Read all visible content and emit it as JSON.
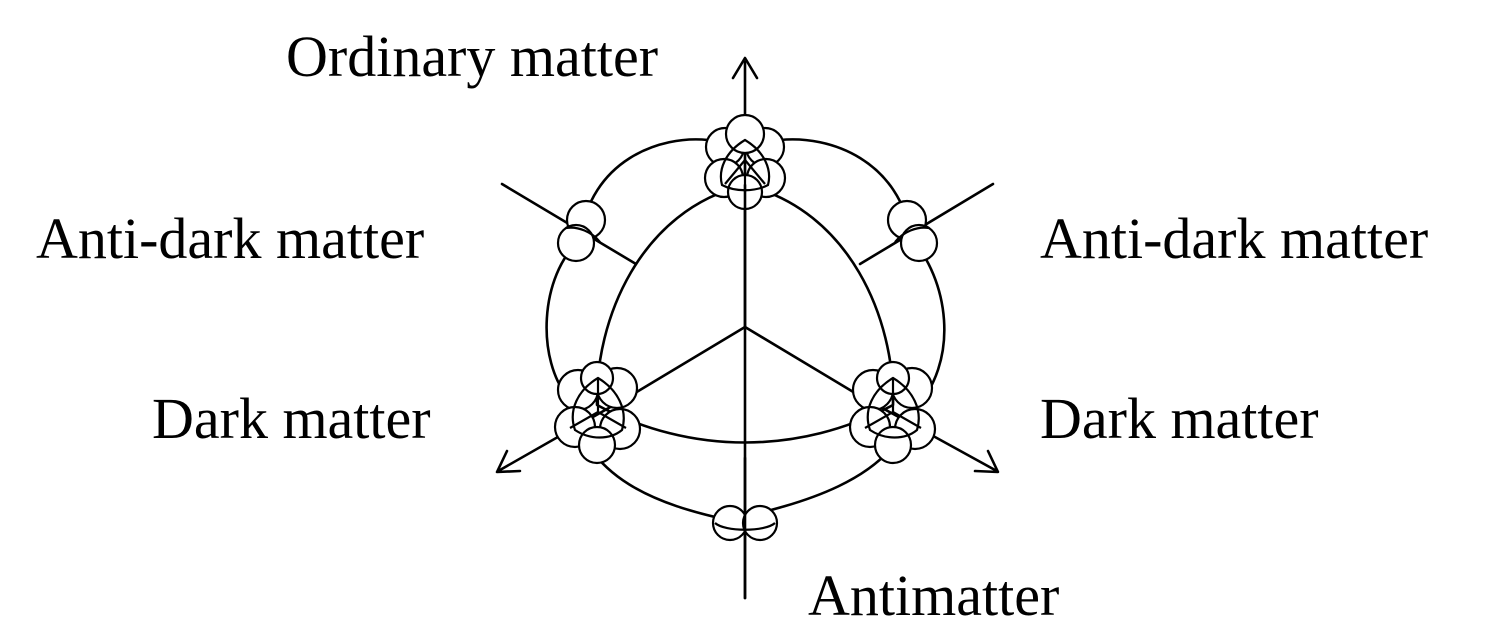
{
  "labels": {
    "top": "Ordinary matter",
    "upper_left": "Anti-dark matter",
    "upper_right": "Anti-dark matter",
    "lower_left": "Dark matter",
    "lower_right": "Dark matter",
    "bottom": "Antimatter"
  },
  "colors": {
    "stroke": "#000000",
    "background": "#ffffff"
  }
}
